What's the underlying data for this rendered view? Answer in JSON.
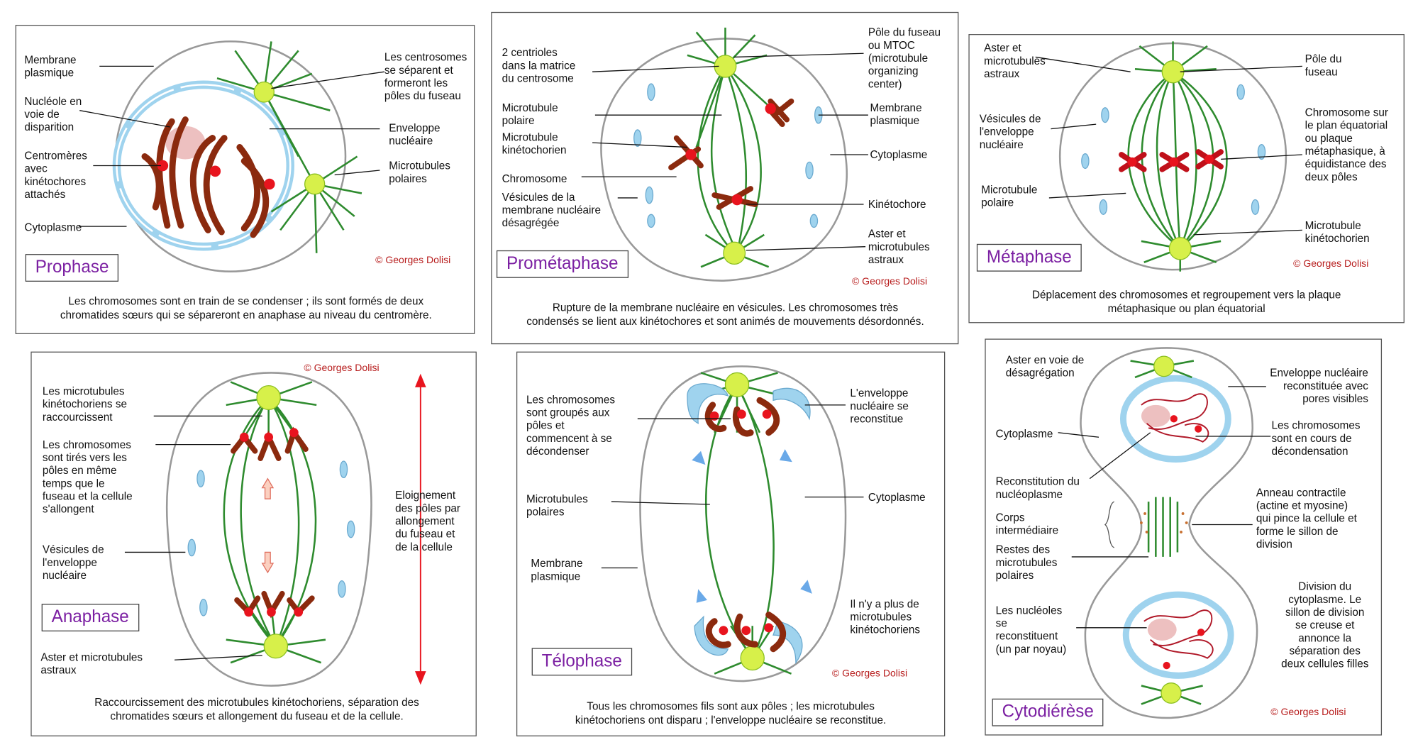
{
  "copyright": "© Georges Dolisi",
  "colors": {
    "microtubule": "#2e8b2e",
    "centrosome": "#d7f04a",
    "chromosome": "#8b2a0e",
    "centromere": "#e8141e",
    "envelope": "#9fd3ee",
    "title": "#7b1fa2",
    "copyright": "#b71c1c"
  },
  "prophase": {
    "title": "Prophase",
    "caption": "Les chromosomes sont en train de se condenser ; ils sont formés de deux\nchromatides sœurs  qui se sépareront en anaphase au niveau du centromère.",
    "labels": {
      "membrane": "Membrane\nplasmique",
      "nucleole": "Nucléole en\nvoie de\ndisparition",
      "centromeres": "Centromères\navec\nkinétochores\nattachés",
      "cytoplasme": "Cytoplasme",
      "centrosomes": "Les centrosomes\nse séparent et\nformeront les\npôles du fuseau",
      "enveloppe": "Enveloppe\nnucléaire",
      "microtubules": "Microtubules\npolaires"
    }
  },
  "prometaphase": {
    "title": "Prométaphase",
    "caption": "Rupture de la membrane nucléaire en vésicules. Les chromosomes très\ncondensés se lient aux kinétochores et sont animés de mouvements désordonnés.",
    "labels": {
      "centrioles": "2 centrioles\ndans la matrice\ndu centrosome",
      "mt_polaire": "Microtubule\npolaire",
      "mt_kineto": "Microtubule\nkinétochorien",
      "chromosome": "Chromosome",
      "vesicules": "Vésicules de la\nmembrane nucléaire\ndésagrégée",
      "pole": "Pôle du fuseau\nou MTOC\n(microtubule\norganizing\ncenter)",
      "membrane": "Membrane\nplasmique",
      "cytoplasme": "Cytoplasme",
      "kinetochore": "Kinétochore",
      "aster": "Aster et\nmicrotubules\nastraux"
    }
  },
  "metaphase": {
    "title": "Métaphase",
    "caption": "Déplacement des chromosomes et regroupement vers la plaque\nmétaphasique ou plan équatorial",
    "labels": {
      "aster": "Aster et\nmicrotubules\nastraux",
      "vesicules": "Vésicules de\nl'enveloppe\nnucléaire",
      "mt_polaire": "Microtubule\npolaire",
      "pole": "Pôle du\nfuseau",
      "chromosome": "Chromosome sur\nle plan équatorial\nou plaque\nmétaphasique, à\néquidistance des\ndeux pôles",
      "mt_kineto": "Microtubule\nkinétochorien"
    }
  },
  "anaphase": {
    "title": "Anaphase",
    "caption": "Raccourcissement des microtubules kinétochoriens, séparation des\nchromatides sœurs et allongement du fuseau et de la cellule.",
    "labels": {
      "mt_kineto": "Les microtubules\nkinétochoriens se\nraccourcissent",
      "tires": "Les chromosomes\nsont tirés vers les\npôles en même\ntemps que le\nfuseau et la cellule\ns'allongent",
      "vesicules": "Vésicules de\nl'enveloppe\nnucléaire",
      "aster": "Aster et microtubules\nastraux",
      "eloignement": "Eloignement\ndes pôles par\nallongement\ndu fuseau et\nde la cellule"
    }
  },
  "telophase": {
    "title": "Télophase",
    "caption": "Tous les chromosomes fils sont aux pôles ; les microtubules\nkinétochoriens ont disparu ; l'enveloppe nucléaire se reconstitue.",
    "labels": {
      "groupes": "Les chromosomes\nsont groupés aux\npôles et\ncommencent à se\ndécondenser",
      "mt_polaires": "Microtubules\npolaires",
      "membrane": "Membrane\nplasmique",
      "enveloppe": "L'enveloppe\nnucléaire se\nreconstitue",
      "cytoplasme": "Cytoplasme",
      "plus_mt": "Il n'y a plus de\nmicrotubules\nkinétochoriens"
    }
  },
  "cytodierese": {
    "title": "Cytodiérèse",
    "labels": {
      "aster": "Aster en voie de\ndésagrégation",
      "cytoplasme": "Cytoplasme",
      "nucleoplasme": "Reconstitution du\nnucléoplasme",
      "corps": "Corps\nintermédiaire",
      "restes": "Restes des\nmicrotubules\npolaires",
      "nucleoles": "Les nucléoles\nse\nreconstituent\n(un par noyau)",
      "enveloppe": "Enveloppe nucléaire\nreconstituée avec\npores visibles",
      "decondensation": "Les chromosomes\nsont en cours de\ndécondensation",
      "anneau": "Anneau contractile\n(actine et myosine)\nqui pince la cellule et\nforme le sillon de\ndivision",
      "division": "Division du\ncytoplasme. Le\nsillon de division\nse creuse et\nannonce la\nséparation des\ndeux cellules filles"
    }
  }
}
